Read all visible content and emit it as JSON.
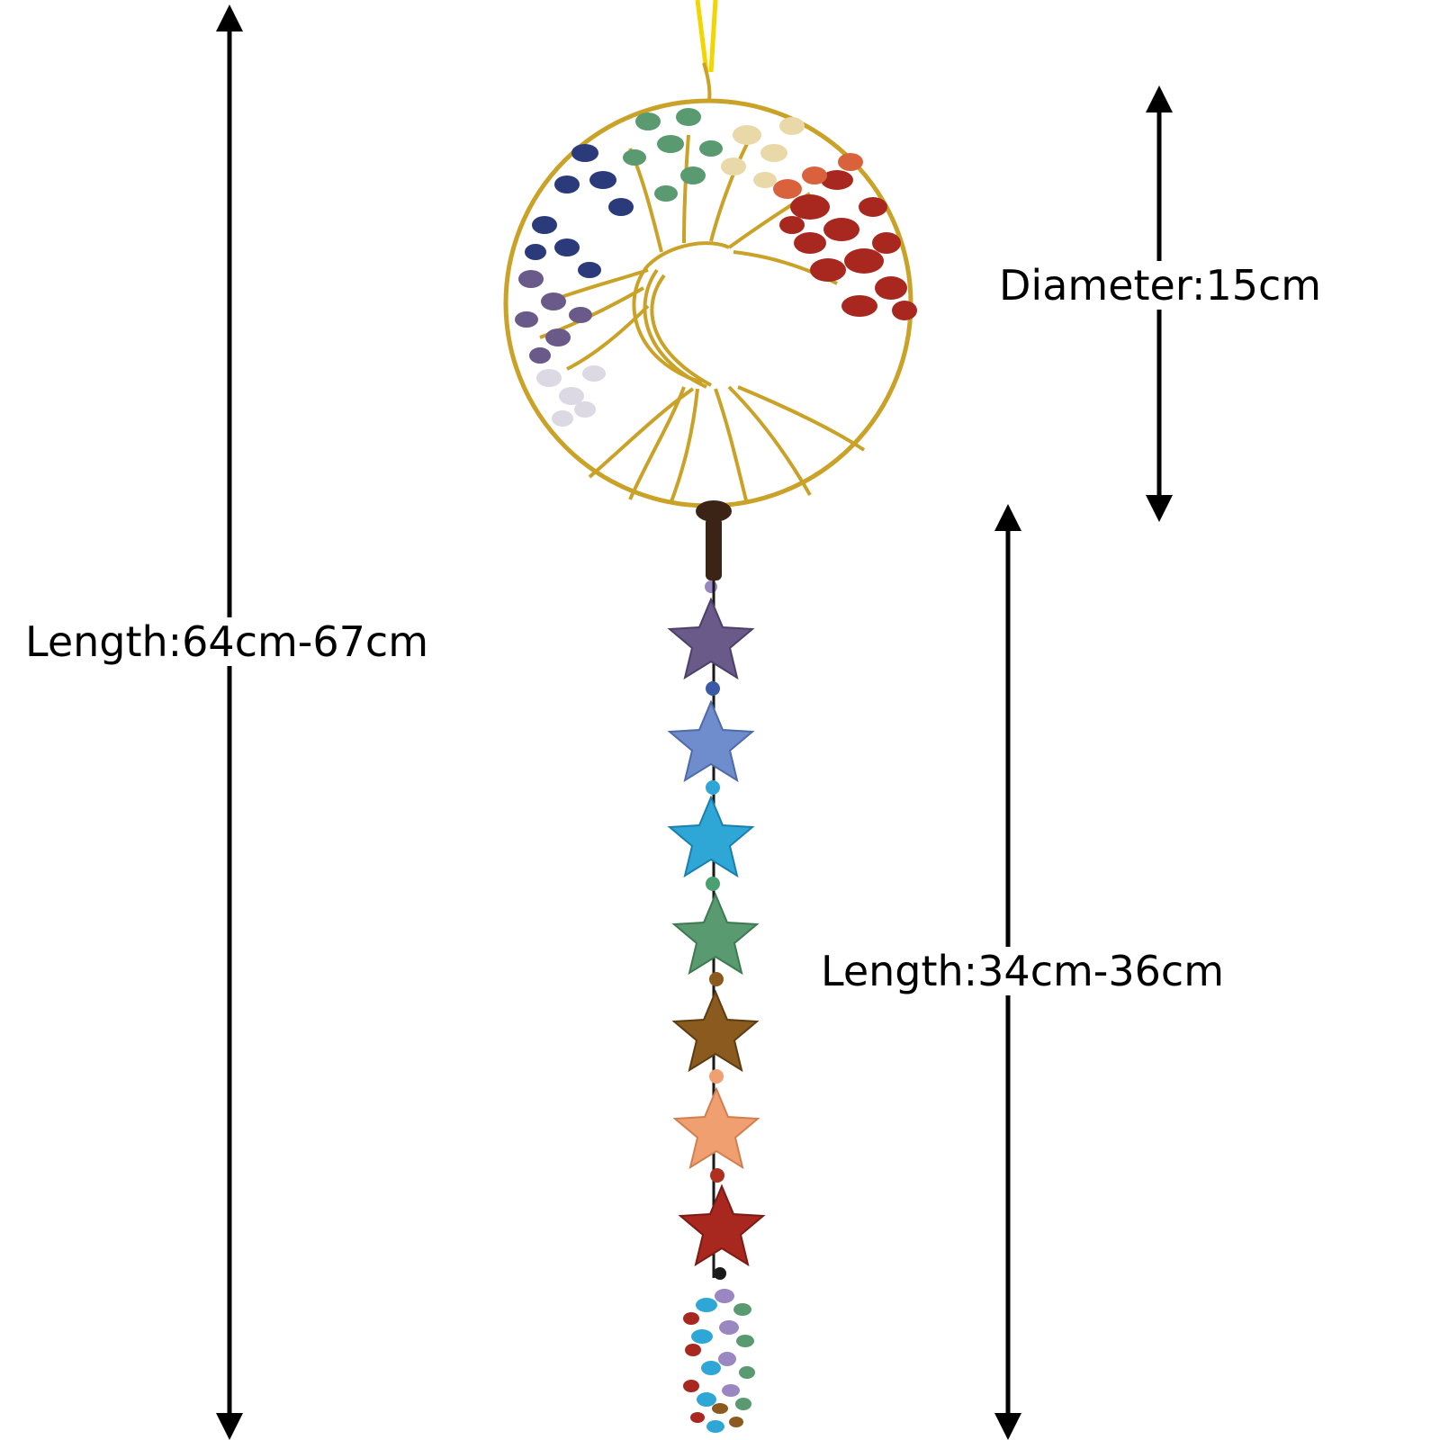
{
  "dimensions": {
    "total_length": "Length:64cm-67cm",
    "diameter": "Diameter:15cm",
    "tassel_length": "Length:34cm-36cm"
  },
  "colors": {
    "arrow": "#000000",
    "wire": "#c9a227",
    "cord": "#f2d600",
    "knot": "#3b2416",
    "red_jasper": "#a8281f",
    "carnelian": "#f0a070",
    "citrine": "#ead9a8",
    "aventurine": "#5a9a70",
    "turquoise": "#2ea6d6",
    "sodalite": "#6f8ccc",
    "lapis": "#2a3a7a",
    "amethyst": "#6a5a8a",
    "quartz": "#e8e4ec",
    "tiger_eye": "#8a5a1e"
  },
  "icons": [
    "dimension-arrow-icon",
    "tree-of-life-icon",
    "star-stone-icon"
  ]
}
